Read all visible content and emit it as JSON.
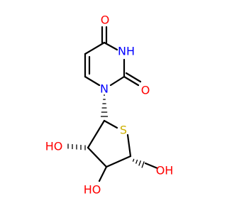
{
  "molecule": {
    "labels": {
      "o_top": "O",
      "nh": "NH",
      "o_right": "O",
      "n1": "N",
      "s": "S",
      "oh_left": "HO",
      "oh_bottom": "HO",
      "oh_right": "OH"
    },
    "colors": {
      "bond": "#000000",
      "oxygen": "#ff0000",
      "nitrogen": "#0000ff",
      "sulfur": "#ccb000"
    }
  }
}
